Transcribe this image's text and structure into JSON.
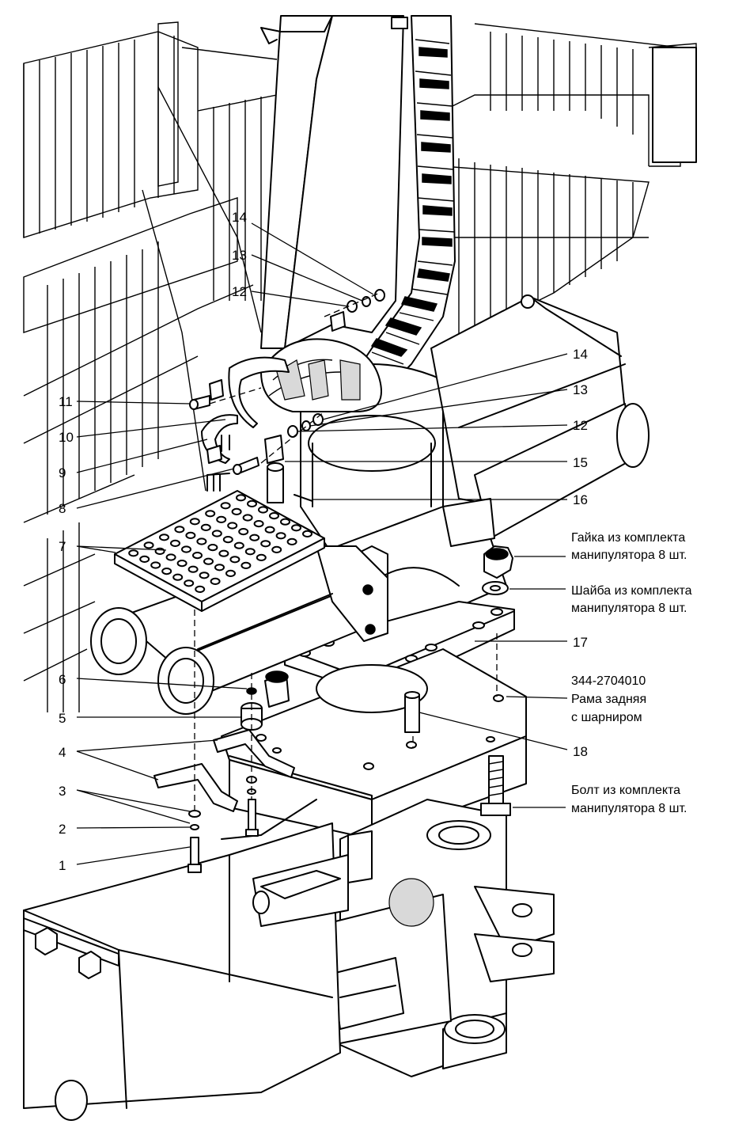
{
  "callouts": [
    {
      "id": "1",
      "text": "1"
    },
    {
      "id": "2",
      "text": "2"
    },
    {
      "id": "3",
      "text": "3"
    },
    {
      "id": "4",
      "text": "4"
    },
    {
      "id": "5",
      "text": "5"
    },
    {
      "id": "6",
      "text": "6"
    },
    {
      "id": "7",
      "text": "7"
    },
    {
      "id": "8",
      "text": "8"
    },
    {
      "id": "9",
      "text": "9"
    },
    {
      "id": "10",
      "text": "10"
    },
    {
      "id": "11",
      "text": "11"
    },
    {
      "id": "12a",
      "text": "12"
    },
    {
      "id": "13a",
      "text": "13"
    },
    {
      "id": "14a",
      "text": "14"
    },
    {
      "id": "12b",
      "text": "12"
    },
    {
      "id": "13b",
      "text": "13"
    },
    {
      "id": "14b",
      "text": "14"
    },
    {
      "id": "15",
      "text": "15"
    },
    {
      "id": "16",
      "text": "16"
    },
    {
      "id": "17",
      "text": "17"
    },
    {
      "id": "18",
      "text": "18"
    }
  ],
  "notes": {
    "nut": [
      "Гайка из комплекта",
      "манипулятора 8 шт."
    ],
    "washer": [
      "Шайба из комплекта",
      "манипулятора 8 шт."
    ],
    "frame": [
      "344-2704010",
      "Рама задняя",
      "с шарниром"
    ],
    "bolt": [
      "Болт из комплекта",
      "манипулятора 8 шт."
    ]
  }
}
